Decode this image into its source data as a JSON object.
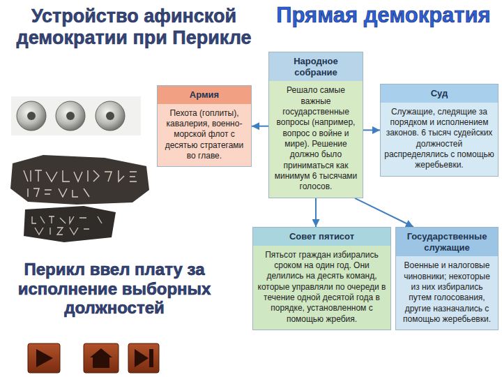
{
  "diagram": {
    "title": "Устройство афинской демократии при Перикле",
    "nodes": [
      {
        "text": [
          "Народное собрание",
          "Решало самые важные государственные вопросы (например, вопрос о войне и мире). Решение должно было приниматься как минимум 6 тысячами голосов."
        ]
      },
      {
        "text": [
          "Армия",
          "Пехота (гоплиты), кавалерия, военно-морской флот с десятью стратегами во главе."
        ]
      },
      {
        "text": [
          "Суд",
          "Служащие, следящие за порядком и исполнением законов. 6 тысяч судейских должностей распределялись с помощью жеребьевки."
        ]
      },
      {
        "text": [
          "Совет пятисот",
          "Пятьсот граждан избирались сроком на один год. Они делились на десять команд, которые управляли по очереди в течение одной десятой года в порядке, установленном с помощью жребия."
        ]
      },
      {
        "text": [
          "Государственные служащие",
          "Военные и налоговые чиновники; некоторые из них избирались путем голосования, другие назначались с помощью жеребьевки."
        ]
      }
    ],
    "edges": [
      {
        "from": 0,
        "to": 1,
        "arrow": "to"
      },
      {
        "from": 0,
        "to": 2,
        "arrow": "to"
      },
      {
        "from": 0,
        "to": 3,
        "arrow": "to"
      },
      {
        "from": 0,
        "to": 4,
        "arrow": "to"
      }
    ],
    "labels": [
      "Прямая демократия",
      "Перикл ввел плату за исполнение выборных должностей"
    ]
  }
}
